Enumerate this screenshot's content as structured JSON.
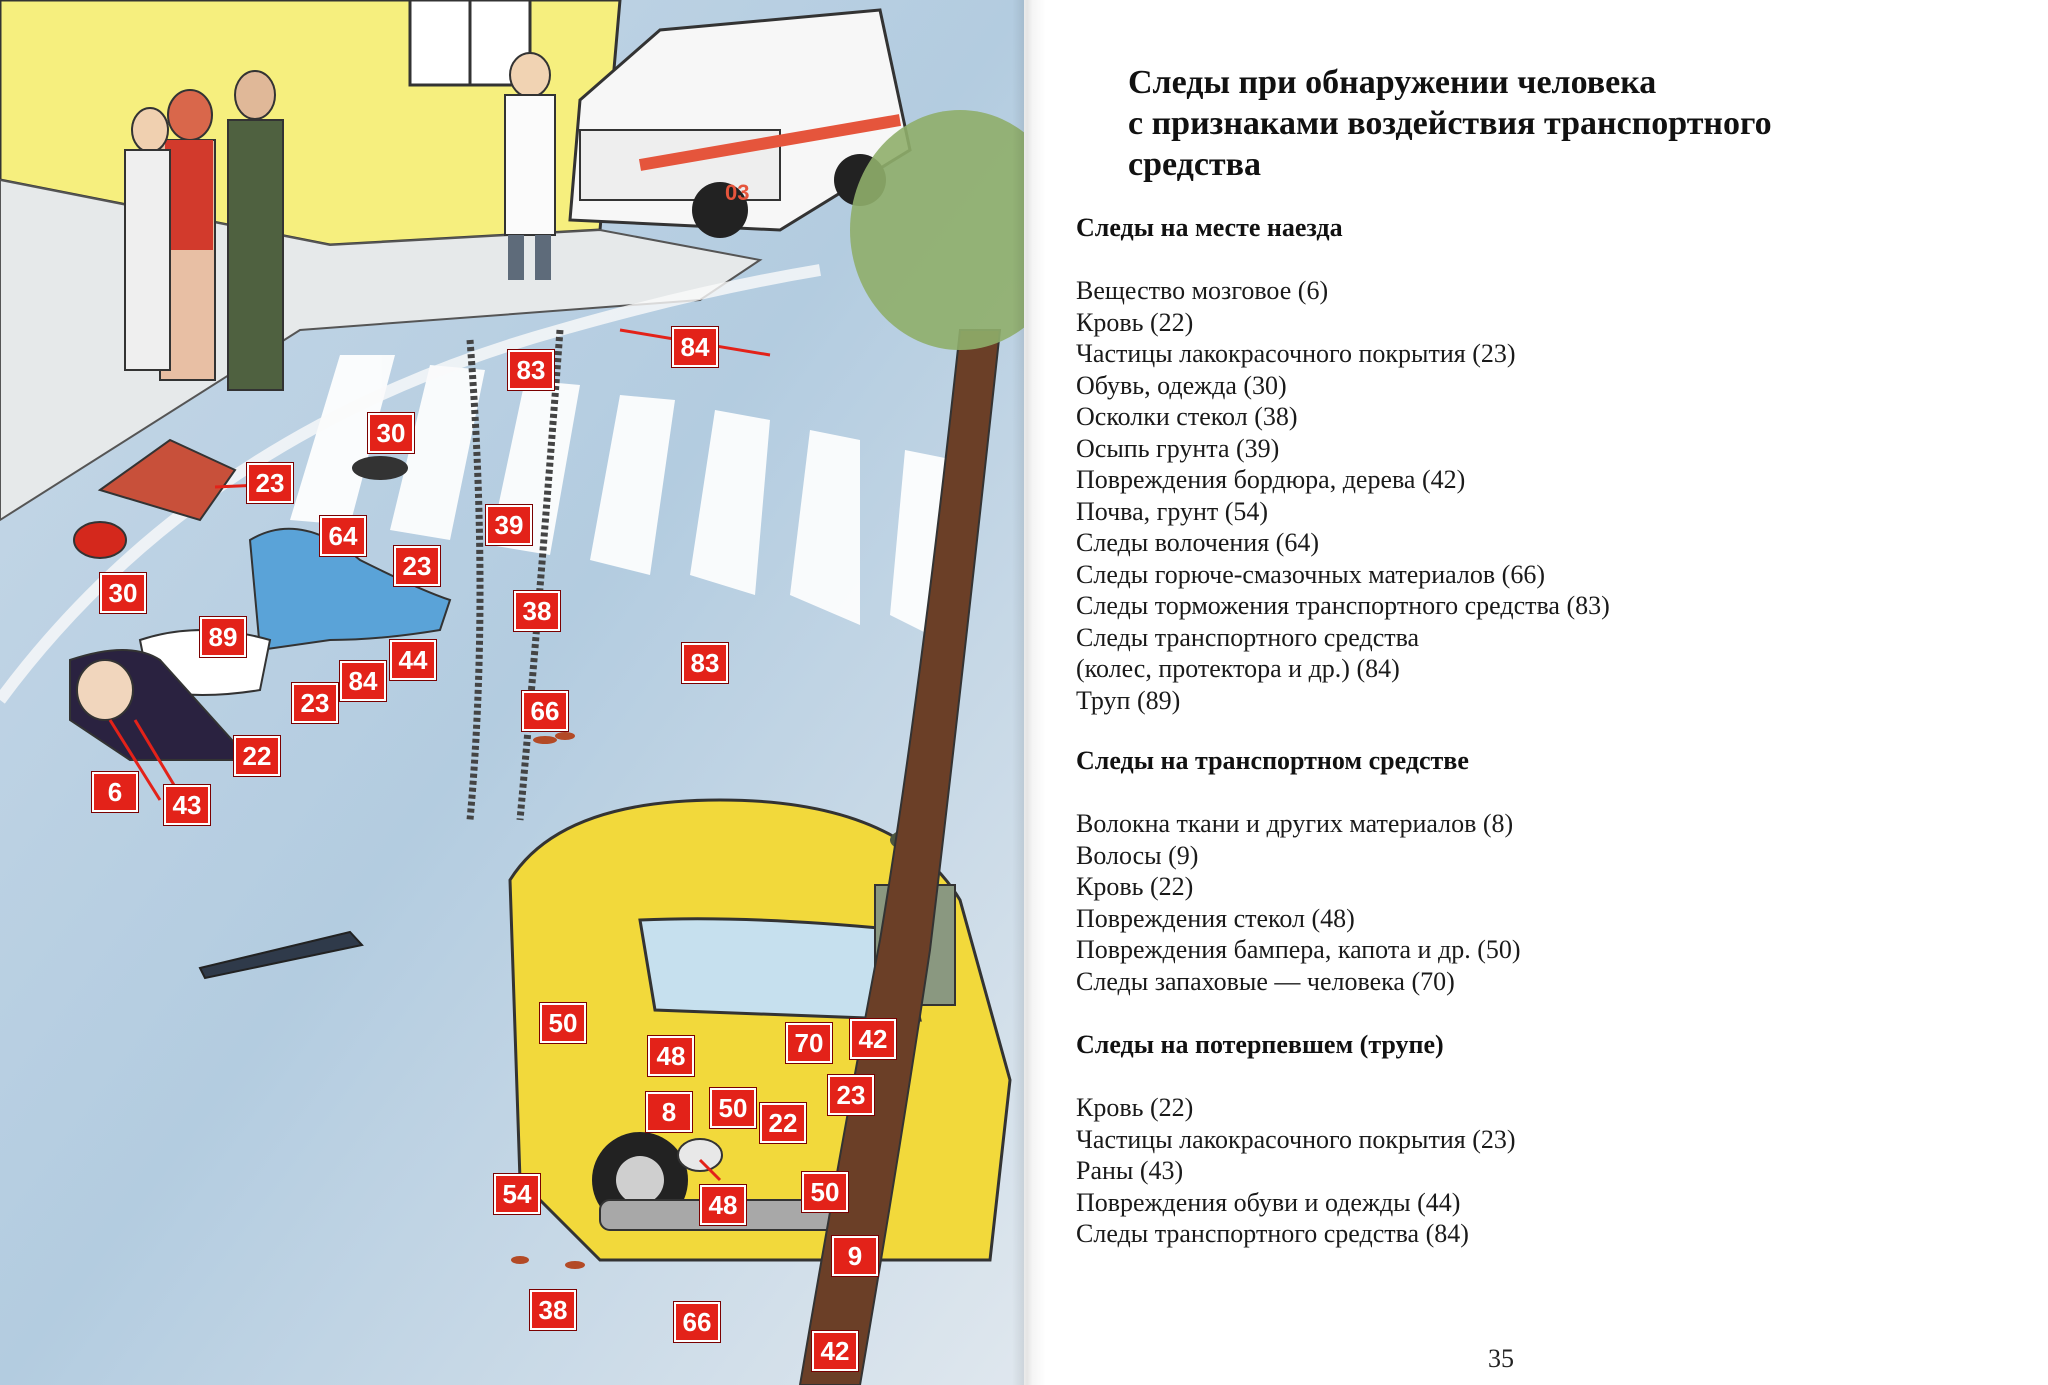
{
  "title": "Следы при обнаружении человека\nс признаками воздействия транспортного\nсредства",
  "sections": [
    {
      "heading": "Следы на месте наезда",
      "items": [
        "Вещество мозговое (6)",
        "Кровь (22)",
        "Частицы лакокрасочного покрытия (23)",
        "Обувь, одежда (30)",
        "Осколки стекол (38)",
        "Осыпь грунта (39)",
        "Повреждения бордюра, дерева (42)",
        "Почва, грунт (54)",
        "Следы волочения (64)",
        "Следы горюче-смазочных материалов (66)",
        "Следы торможения транспортного средства (83)",
        "Следы транспортного средства",
        "(колес, протектора и др.) (84)",
        "Труп (89)"
      ]
    },
    {
      "heading": "Следы на транспортном средстве",
      "items": [
        "Волокна ткани и других материалов (8)",
        "Волосы (9)",
        "Кровь (22)",
        "Повреждения стекол (48)",
        "Повреждения бампера, капота и др. (50)",
        "Следы запаховые — человека (70)"
      ]
    },
    {
      "heading": "Следы на потерпевшем (трупе)",
      "items": [
        "Кровь (22)",
        "Частицы лакокрасочного покрытия (23)",
        "Раны (43)",
        "Повреждения обуви и одежды (44)",
        "Следы транспортного средства (84)"
      ]
    }
  ],
  "page_number": "35",
  "vehicle_labels": {
    "ambulance_number": "03"
  },
  "markers": [
    "84",
    "83",
    "30",
    "23",
    "64",
    "39",
    "23",
    "38",
    "30",
    "89",
    "44",
    "84",
    "83",
    "23",
    "66",
    "22",
    "6",
    "43",
    "50",
    "48",
    "70",
    "42",
    "23",
    "8",
    "50",
    "22",
    "54",
    "48",
    "50",
    "9",
    "38",
    "66",
    "42"
  ],
  "colors": {
    "marker_red": "#e32219",
    "car_yellow": "#f2d93b",
    "road_blue": "#a9c4dc",
    "building_yellow": "#f6ef7e"
  }
}
